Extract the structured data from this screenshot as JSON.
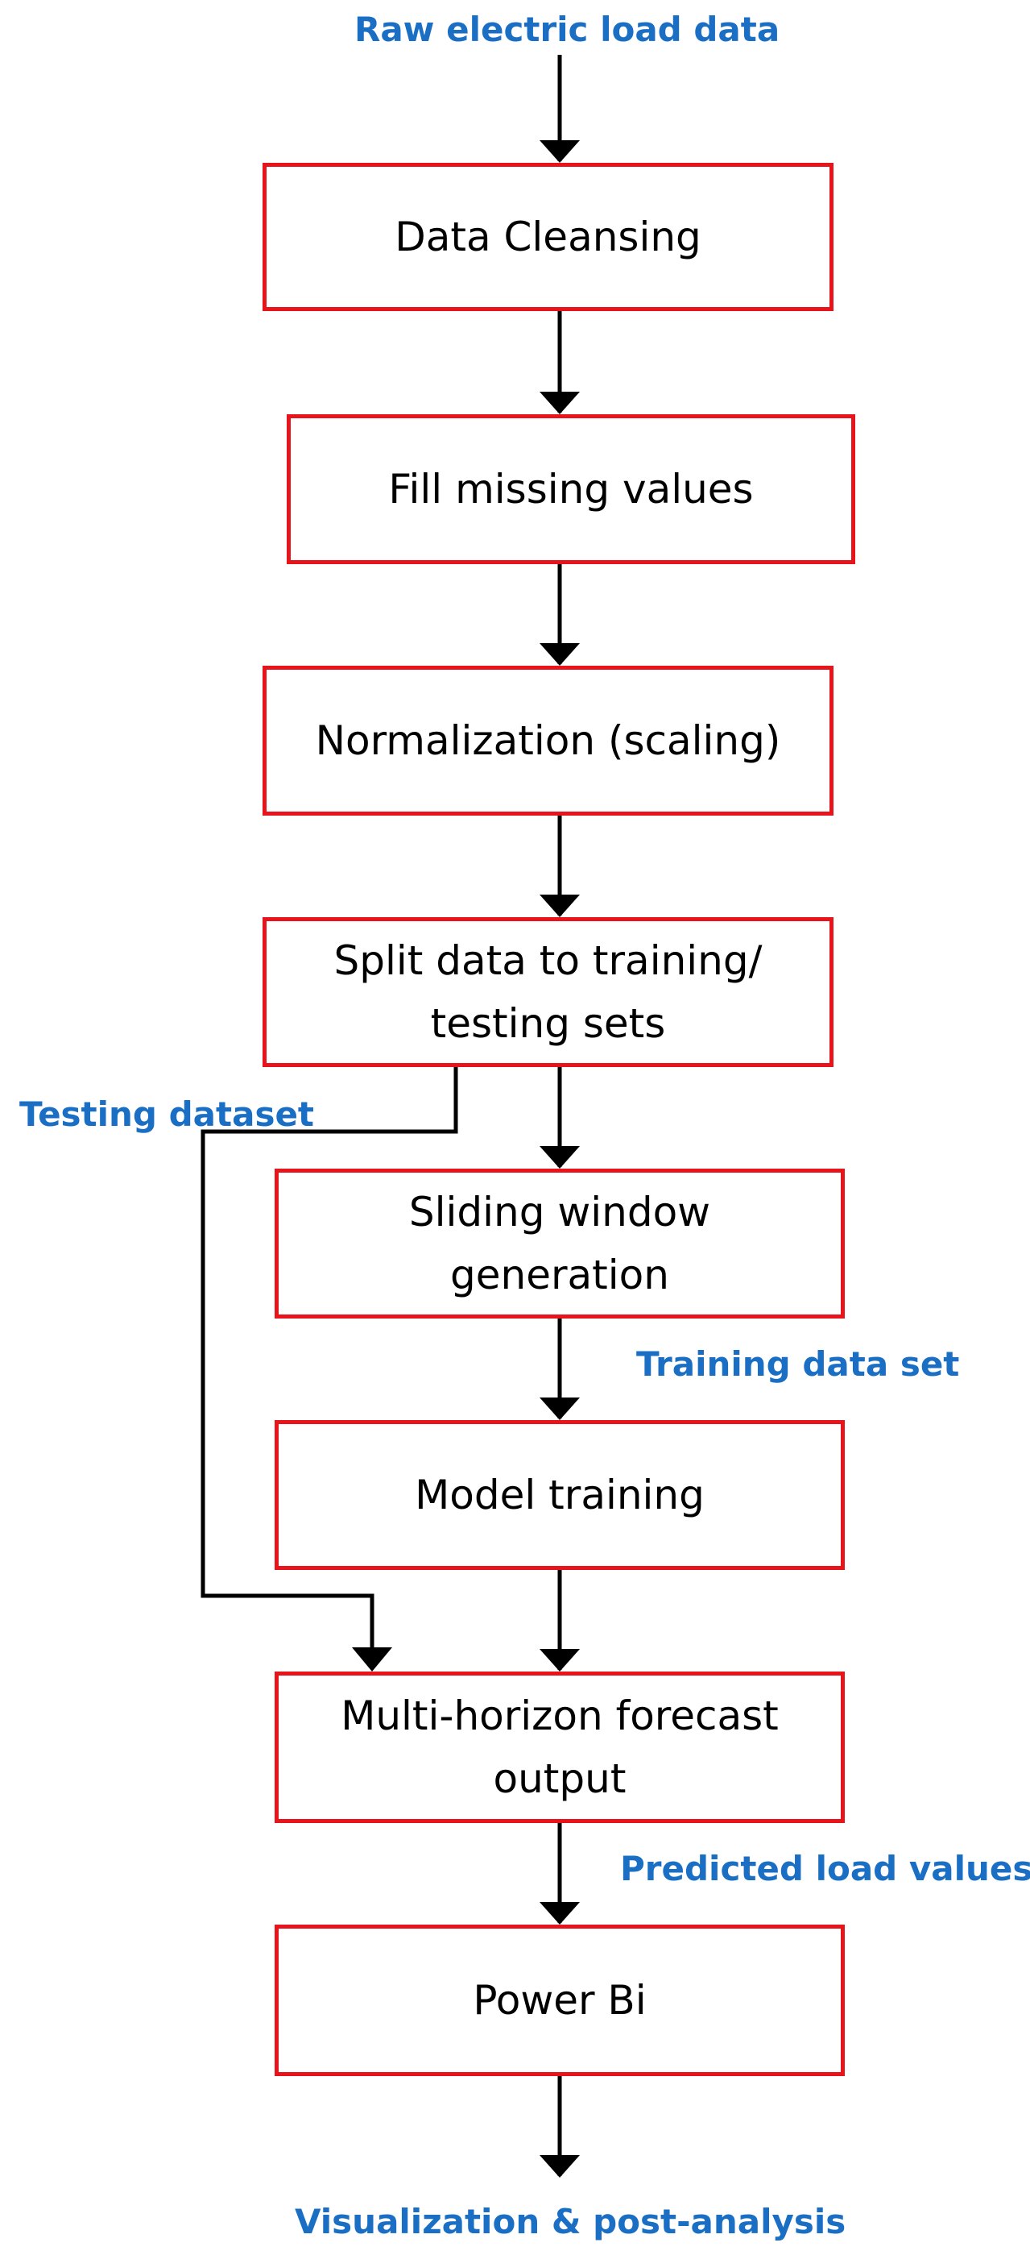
{
  "colors": {
    "box_border": "#e8141c",
    "label_text": "#1a6fc4",
    "line": "#000000"
  },
  "labels": {
    "input": "Raw electric load data",
    "testing": "Testing dataset",
    "training": "Training data set",
    "predicted": "Predicted load values",
    "output": "Visualization & post-analysis"
  },
  "steps": [
    {
      "label": "Data Cleansing"
    },
    {
      "label": "Fill missing values"
    },
    {
      "label": "Normalization (scaling)"
    },
    {
      "label": "Split data to training/ testing sets"
    },
    {
      "label": "Sliding window generation"
    },
    {
      "label": "Model training"
    },
    {
      "label": "Multi-horizon forecast output"
    },
    {
      "label": "Power Bi"
    }
  ]
}
